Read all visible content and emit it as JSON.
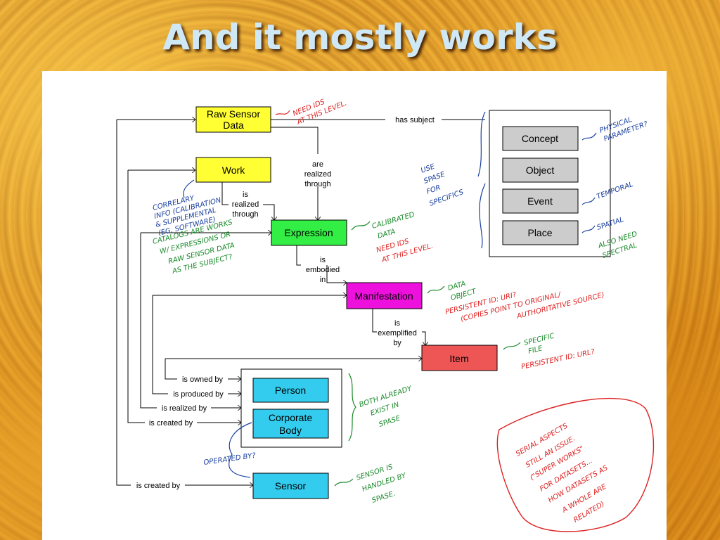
{
  "slide": {
    "title": "And it mostly works"
  },
  "entities": {
    "raw_sensor_data": [
      "Raw Sensor",
      "Data"
    ],
    "work": "Work",
    "expression": "Expression",
    "manifestation": "Manifestation",
    "item": "Item",
    "person": "Person",
    "corporate_body": [
      "Corporate",
      "Body"
    ],
    "sensor": "Sensor",
    "concept": "Concept",
    "object": "Object",
    "event": "Event",
    "place": "Place"
  },
  "relations": {
    "has_subject": "has subject",
    "are_realized_through": [
      "are",
      "realized",
      "through"
    ],
    "is_realized_through": [
      "is",
      "realized",
      "through"
    ],
    "is_embodied_in": [
      "is",
      "embodied",
      "in"
    ],
    "is_exemplified_by": [
      "is",
      "exemplified",
      "by"
    ],
    "is_owned_by": "is owned by",
    "is_produced_by": "is produced by",
    "is_realized_by": "is realized by",
    "is_created_by": "is created by",
    "sensor_is_created_by": "is created by"
  },
  "annotations": {
    "need_ids": [
      "NEED IDS",
      "AT THIS LEVEL."
    ],
    "physical_parameter": [
      "PHYSICAL",
      "PARAMETER?"
    ],
    "use_spase": [
      "USE",
      "SPASE",
      "FOR",
      "SPECIFICS"
    ],
    "temporal": "TEMPORAL",
    "spatial": "SPATIAL",
    "also_need_spectral": [
      "ALSO NEED",
      "SPECTRAL"
    ],
    "correlary": [
      "CORRELARY",
      "INFO (CALIBRATION",
      "& SUPPLEMENTAL",
      "(EG, SOFTWARE)"
    ],
    "catalogs": [
      "CATALOGS ARE WORKS",
      "W/ EXPRESSIONS OR",
      "RAW SENSOR DATA",
      "AS THE SUBJECT?"
    ],
    "calibrated_data": [
      "CALIBRATED",
      "DATA"
    ],
    "need_ids_2": [
      "NEED IDS",
      "AT THIS LEVEL."
    ],
    "data_object": [
      "DATA",
      "OBJECT"
    ],
    "persistent_id_uri": "PERSISTENT ID: URI?",
    "copies_point": [
      "(COPIES POINT TO ORIGINAL/",
      "AUTHORITATIVE SOURCE)"
    ],
    "specific_file": [
      "SPECIFIC",
      "FILE"
    ],
    "persistent_id_url": "PERSISTENT ID: URL?",
    "both_already": [
      "BOTH ALREADY",
      "EXIST IN",
      "SPASE"
    ],
    "operated_by": "OPERATED BY?",
    "sensor_handled": [
      "SENSOR IS",
      "HANDLED BY",
      "SPASE."
    ],
    "serial_aspects": [
      "SERIAL ASPECTS",
      "STILL AN ISSUE.",
      "(\"SUPER WORKS\"",
      "FOR DATASETS...",
      "HOW DATASETS AS",
      "A WHOLE ARE",
      "RELATED)"
    ]
  },
  "colors": {
    "yellow": "#ffff33",
    "green": "#33ee44",
    "magenta": "#ee11dd",
    "red": "#ee5555",
    "cyan": "#33ccee",
    "grey": "#cccccc"
  }
}
